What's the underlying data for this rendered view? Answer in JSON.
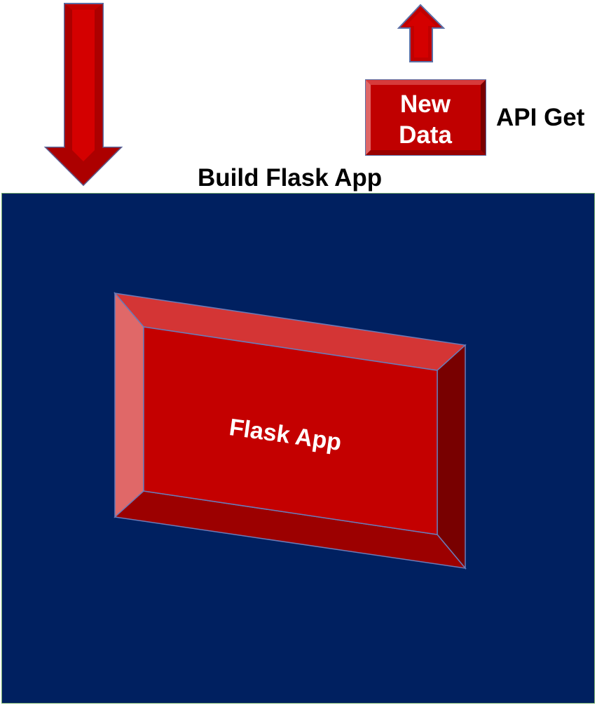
{
  "diagram": {
    "title": "Build Flask App",
    "api_label": "API Get",
    "new_data_line1": "New",
    "new_data_line2": "Data",
    "flask_app_label": "Flask App",
    "colors": {
      "panel": "#002060",
      "red": "#c00000",
      "dark_red": "#7a0000",
      "light_red": "#e06666",
      "text_dark": "#000000",
      "text_light": "#ffffff"
    },
    "icons": {
      "down_arrow": "arrow-down-icon",
      "up_arrow": "arrow-up-icon"
    }
  }
}
